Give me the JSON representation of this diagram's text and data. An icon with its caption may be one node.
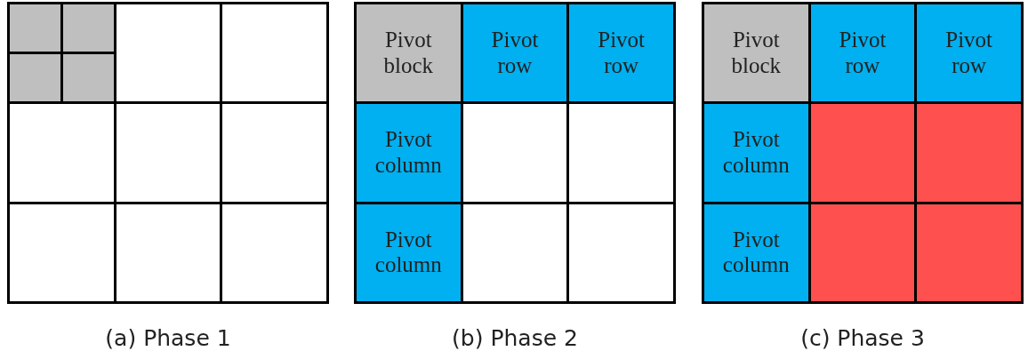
{
  "diagram": {
    "nodes": [
      {
        "text": [],
        "shape": "box",
        "beside": [
          "(a) Phase 1"
        ]
      },
      {
        "text": [],
        "shape": "box",
        "in": 0
      },
      {
        "text": [],
        "shape": "box",
        "in": 1
      },
      {
        "text": [],
        "shape": "box",
        "in": 1
      },
      {
        "text": [],
        "shape": "box",
        "in": 1
      },
      {
        "text": [],
        "shape": "box",
        "in": 1
      },
      {
        "text": [],
        "shape": "box",
        "in": 0
      },
      {
        "text": [],
        "shape": "box",
        "in": 0
      },
      {
        "text": [],
        "shape": "box",
        "in": 0
      },
      {
        "text": [],
        "shape": "box",
        "in": 0
      },
      {
        "text": [],
        "shape": "box",
        "in": 0
      },
      {
        "text": [],
        "shape": "box",
        "in": 0
      },
      {
        "text": [],
        "shape": "box",
        "in": 0
      },
      {
        "text": [],
        "shape": "box",
        "in": 0
      },
      {
        "text": [],
        "shape": "box",
        "beside": [
          "(b) Phase 2"
        ]
      },
      {
        "text": [
          "Pivot block"
        ],
        "in": 14
      },
      {
        "text": [
          "Pivot row"
        ],
        "in": 14
      },
      {
        "text": [
          "Pivot row"
        ],
        "in": 14
      },
      {
        "text": [
          "Pivot column"
        ],
        "in": 14
      },
      {
        "text": [],
        "shape": "box",
        "in": 14
      },
      {
        "text": [],
        "shape": "box",
        "in": 14
      },
      {
        "text": [
          "Pivot column"
        ],
        "in": 14
      },
      {
        "text": [],
        "shape": "box",
        "in": 14
      },
      {
        "text": [],
        "shape": "box",
        "in": 14
      },
      {
        "text": [],
        "shape": "box",
        "beside": [
          "(c) Phase 3"
        ]
      },
      {
        "text": [
          "Pivot block"
        ],
        "in": 24
      },
      {
        "text": [
          "Pivot row"
        ],
        "in": 24
      },
      {
        "text": [
          "Pivot row"
        ],
        "in": 24
      },
      {
        "text": [
          "Pivot column"
        ],
        "in": 24
      },
      {
        "text": [],
        "shape": "box",
        "in": 24
      },
      {
        "text": [],
        "shape": "box",
        "in": 24
      },
      {
        "text": [
          "Pivot column"
        ],
        "in": 24
      },
      {
        "text": [],
        "shape": "box",
        "in": 24
      },
      {
        "text": [],
        "shape": "box",
        "in": 24
      }
    ]
  }
}
